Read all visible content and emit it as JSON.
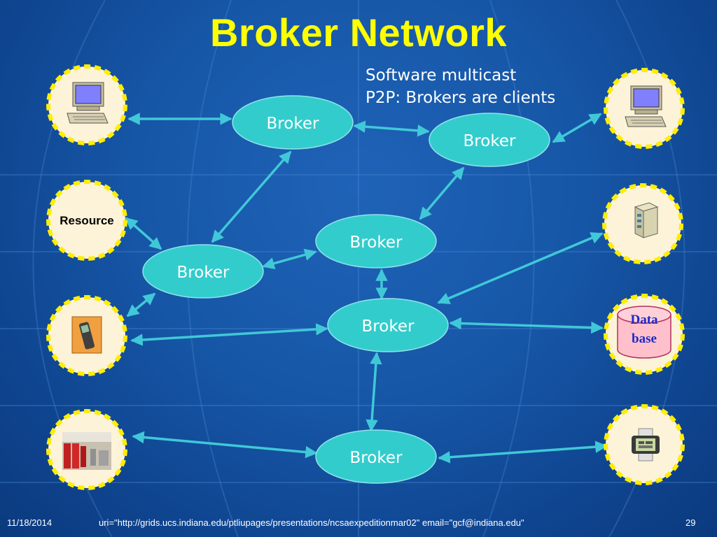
{
  "slide": {
    "title": "Broker Network",
    "notes": [
      "Software multicast",
      "P2P: Brokers are clients"
    ],
    "footer": {
      "date": "11/18/2014",
      "uri": "uri=\"http://grids.ucs.indiana.edu/ptliupages/presentations/ncsaexpeditionmar02\" email=\"gcf@indiana.edu\"",
      "page": "29"
    }
  },
  "brokers": [
    {
      "id": "b1",
      "label": "Broker"
    },
    {
      "id": "b2",
      "label": "Broker"
    },
    {
      "id": "b3",
      "label": "Broker"
    },
    {
      "id": "b4",
      "label": "Broker"
    },
    {
      "id": "b5",
      "label": "Broker"
    },
    {
      "id": "b6",
      "label": "Broker"
    }
  ],
  "clients": [
    {
      "id": "c1",
      "icon": "computer-icon"
    },
    {
      "id": "c2",
      "icon": "text",
      "label": "Resource"
    },
    {
      "id": "c3",
      "icon": "mobile-phone-icon"
    },
    {
      "id": "c4",
      "icon": "server-room-icon"
    },
    {
      "id": "c5",
      "icon": "computer-icon"
    },
    {
      "id": "c6",
      "icon": "server-tower-icon"
    },
    {
      "id": "c7",
      "icon": "database-icon",
      "label_lines": [
        "Data",
        "base"
      ]
    },
    {
      "id": "c8",
      "icon": "wristwatch-device-icon"
    }
  ],
  "links": [
    [
      "c1",
      "b1"
    ],
    [
      "b1",
      "b2"
    ],
    [
      "b2",
      "c5"
    ],
    [
      "b1",
      "b3"
    ],
    [
      "c2",
      "b3"
    ],
    [
      "b3",
      "b4"
    ],
    [
      "b4",
      "b2"
    ],
    [
      "b4",
      "b5"
    ],
    [
      "b5",
      "c6"
    ],
    [
      "b3",
      "c3"
    ],
    [
      "c3",
      "b5"
    ],
    [
      "b5",
      "c7"
    ],
    [
      "b5",
      "b6"
    ],
    [
      "c4",
      "b6"
    ],
    [
      "b6",
      "c8"
    ]
  ],
  "colors": {
    "background": "#1656a6",
    "title": "#ffff00",
    "broker_fill": "#33cccc",
    "arrow": "#40c8d8",
    "client_fill": "#fdf3d8",
    "client_border": "#ffee00",
    "database_fill": "#ffc0cb"
  }
}
